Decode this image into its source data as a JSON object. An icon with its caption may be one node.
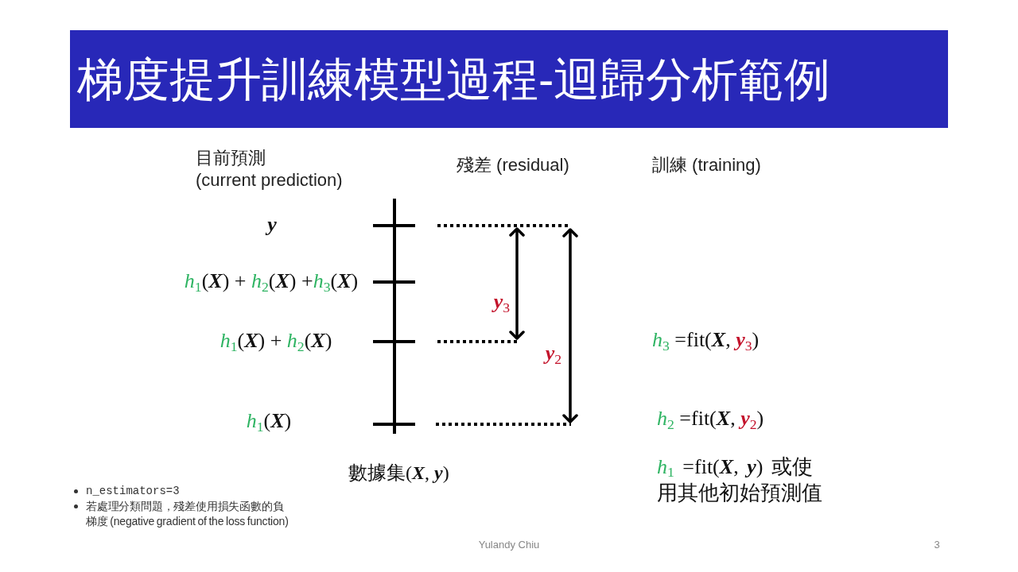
{
  "diagram": {
    "title": "梯度提升訓練模型過程-迴歸分析範例",
    "labels": [
      "目前預測 (current prediction)",
      "殘差 (residual)",
      "訓練 (training)",
      "**y**",
      "*h*$_{1}$(**X**) + *h*$_{2}$(**X**) +*h*$_{3}$(**X**)",
      "**y**$_{3}$",
      "*h*$_{1}$(**X**) + *h*$_{2}$(**X**)",
      "*h*$_{3}$ =fit(**X**, **y**$_{3}$)",
      "**y**$_{2}$",
      "*h*$_{1}$(**X**)",
      "*h*$_{2}$ =fit(**X**, **y**$_{2}$)",
      "數據集(**X**, **y**)",
      "*h*$_{1}$ =fit(**X**, **y**) 或使用其他初始預測值",
      "n_estimators=3",
      "若處理分類問題，殘差使用損失函數的負梯度 (negative gradient of the loss function)",
      "Yulandy Chiu",
      "3"
    ]
  }
}
